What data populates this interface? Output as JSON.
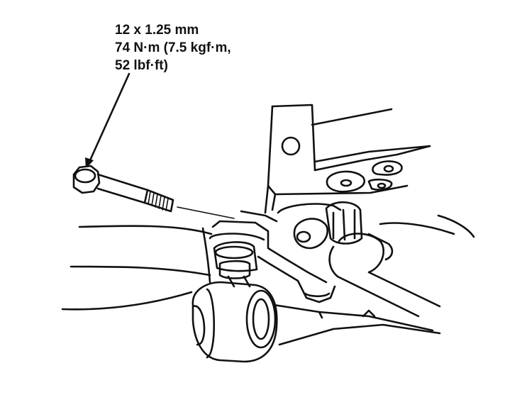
{
  "callout": {
    "line1": "12 x 1.25 mm",
    "line2": "74 N·m (7.5 kgf·m,",
    "line3": "52 lbf·ft)"
  },
  "colors": {
    "ink": "#111111",
    "background": "#ffffff"
  }
}
